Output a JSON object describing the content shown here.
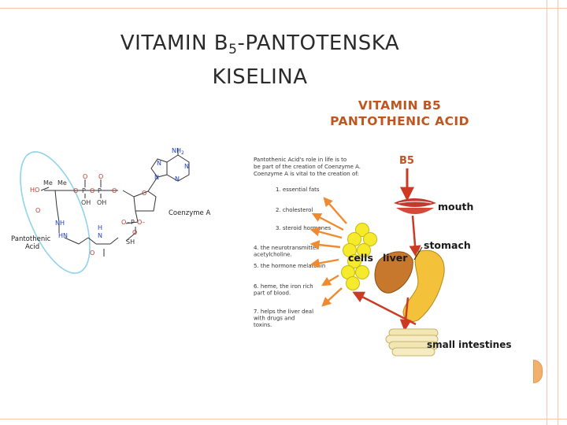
{
  "slide": {
    "title_main": "VITAMIN B",
    "title_sub": "5",
    "title_rest": "-PANTOTENSKA",
    "title_line2": "KISELINA"
  },
  "diagram": {
    "heading_line1": "VITAMIN B5",
    "heading_line2": "PANTOTHENIC ACID",
    "b5_label": "B5",
    "organs": {
      "mouth": "mouth",
      "stomach": "stomach",
      "liver": "liver",
      "cells": "cells",
      "small_intestines": "small intestines"
    },
    "intro_lines": [
      "Pantothenic Acid's role in life is to",
      "be part of the creation of Coenzyme A.",
      "Coenzyme A is vital to the creation of:"
    ],
    "roles": [
      [
        "1. essential fats"
      ],
      [
        "2. cholesterol"
      ],
      [
        "3. steroid hormones"
      ],
      [
        "4. the neurotransmitter",
        "acetylcholine."
      ],
      [
        "5. the hormone melatonin"
      ],
      [
        "6. heme, the iron rich",
        "part of blood."
      ],
      [
        "7. helps the liver deal",
        "with drugs and",
        "toxins."
      ]
    ]
  },
  "structure": {
    "label_line1": "Pantothenic",
    "label_line2": "Acid",
    "coenzyme_label": "Coenzyme A",
    "atoms": {
      "nh2": "NH",
      "nh2_sub": "2",
      "n": "N",
      "o": "O",
      "p": "P",
      "oh": "OH",
      "ho": "HO",
      "me": "Me",
      "nh": "NH",
      "hn": "HN",
      "h": "H",
      "sh": "SH",
      "o_minus": "O–",
      "dash": "–"
    }
  },
  "colors": {
    "frame": "#f0c7b3",
    "heading": "#c0561f",
    "arrow": "#cc3a24",
    "ray": "#f08a2e",
    "cell": "#f5ea2c",
    "liver": "#c8782c",
    "stomach": "#f3c13a",
    "oval": "#8fd3ec",
    "atom_blue": "#1f3fbf",
    "atom_red": "#c0392b"
  }
}
